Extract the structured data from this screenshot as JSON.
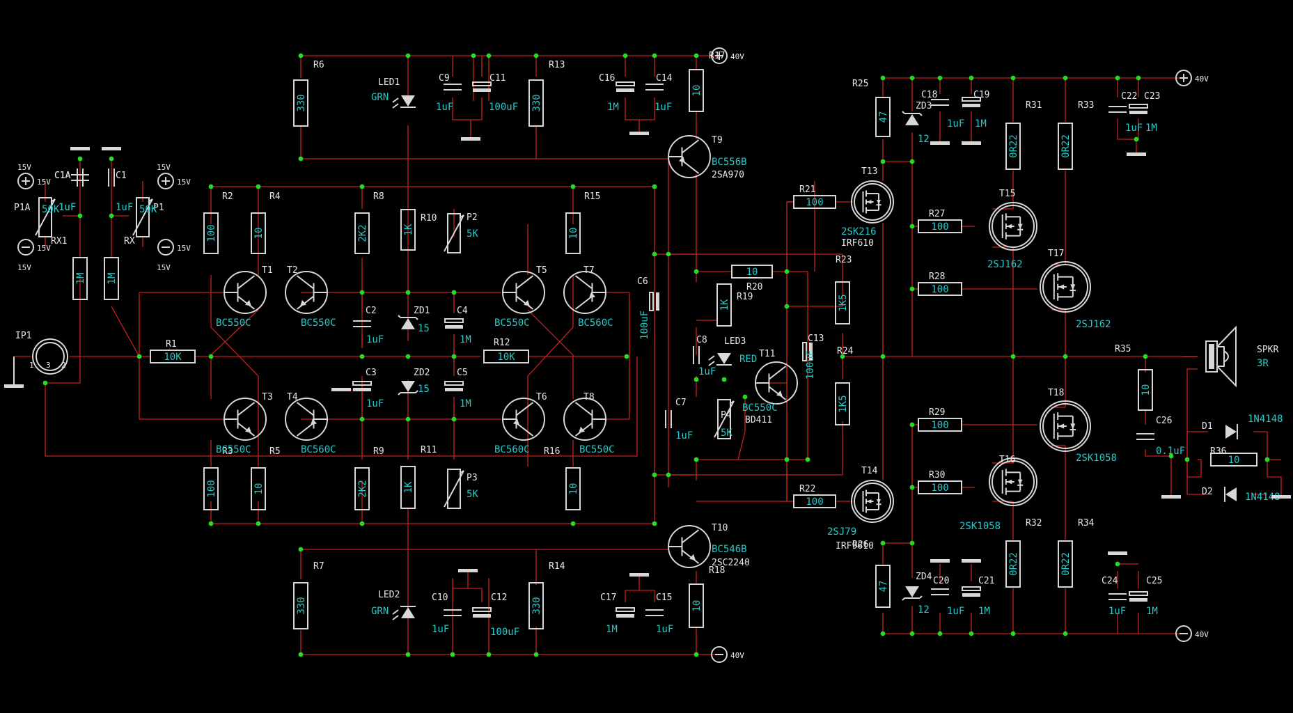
{
  "resistors": [
    {
      "ref": "R6",
      "value": "330"
    },
    {
      "ref": "R13",
      "value": "330"
    },
    {
      "ref": "R17",
      "value": "10"
    },
    {
      "ref": "R2",
      "value": "100"
    },
    {
      "ref": "R4",
      "value": "10"
    },
    {
      "ref": "R8",
      "value": "2K2"
    },
    {
      "ref": "R10",
      "value": "1K"
    },
    {
      "ref": "R15",
      "value": "10"
    },
    {
      "ref": "R1",
      "value": "10K"
    },
    {
      "ref": "R12",
      "value": "10K"
    },
    {
      "ref": "R3",
      "value": "100"
    },
    {
      "ref": "R5",
      "value": "10"
    },
    {
      "ref": "R9",
      "value": "2K2"
    },
    {
      "ref": "R11",
      "value": "1K"
    },
    {
      "ref": "R16",
      "value": "10"
    },
    {
      "ref": "R7",
      "value": "330"
    },
    {
      "ref": "R14",
      "value": "330"
    },
    {
      "ref": "R18",
      "value": "10"
    },
    {
      "ref": "RX1",
      "value": "1M"
    },
    {
      "ref": "RX",
      "value": "1M"
    },
    {
      "ref": "R20",
      "value": "10"
    },
    {
      "ref": "R19",
      "value": "1K"
    },
    {
      "ref": "R23",
      "value": "1K5"
    },
    {
      "ref": "R24",
      "value": "1K5"
    },
    {
      "ref": "R21",
      "value": "100"
    },
    {
      "ref": "R22",
      "value": "100"
    },
    {
      "ref": "R25",
      "value": "47"
    },
    {
      "ref": "R26",
      "value": "47"
    },
    {
      "ref": "R27",
      "value": "100"
    },
    {
      "ref": "R28",
      "value": "100"
    },
    {
      "ref": "R29",
      "value": "100"
    },
    {
      "ref": "R30",
      "value": "100"
    },
    {
      "ref": "R31",
      "value": "0R22"
    },
    {
      "ref": "R33",
      "value": "0R22"
    },
    {
      "ref": "R32",
      "value": "0R22"
    },
    {
      "ref": "R34",
      "value": "0R22"
    },
    {
      "ref": "R35",
      "value": "10"
    },
    {
      "ref": "R36",
      "value": "10"
    }
  ],
  "pots": [
    {
      "ref": "P1A",
      "value": "50K"
    },
    {
      "ref": "P1",
      "value": "50K"
    },
    {
      "ref": "P2",
      "value": "5K"
    },
    {
      "ref": "P3",
      "value": "5K"
    },
    {
      "ref": "P4",
      "value": "5K"
    }
  ],
  "capacitors": [
    {
      "ref": "C1A",
      "value": "1uF"
    },
    {
      "ref": "C1",
      "value": "1uF"
    },
    {
      "ref": "C9",
      "value": "1uF"
    },
    {
      "ref": "C11",
      "value": "100uF"
    },
    {
      "ref": "C16",
      "value": "1M"
    },
    {
      "ref": "C14",
      "value": "1uF"
    },
    {
      "ref": "C2",
      "value": "1uF"
    },
    {
      "ref": "C3",
      "value": "1uF"
    },
    {
      "ref": "C4",
      "value": "1M"
    },
    {
      "ref": "C5",
      "value": "1M"
    },
    {
      "ref": "C6",
      "value": "100uF"
    },
    {
      "ref": "C7",
      "value": "1uF"
    },
    {
      "ref": "C8",
      "value": "1uF"
    },
    {
      "ref": "C13",
      "value": "100uF"
    },
    {
      "ref": "C10",
      "value": "1uF"
    },
    {
      "ref": "C12",
      "value": "100uF"
    },
    {
      "ref": "C17",
      "value": "1M"
    },
    {
      "ref": "C15",
      "value": "1uF"
    },
    {
      "ref": "C18",
      "value": "1uF"
    },
    {
      "ref": "C19",
      "value": "1M"
    },
    {
      "ref": "C22",
      "value": "1uF"
    },
    {
      "ref": "C23",
      "value": "1M"
    },
    {
      "ref": "C20",
      "value": "1uF"
    },
    {
      "ref": "C21",
      "value": "1M"
    },
    {
      "ref": "C24",
      "value": "1uF"
    },
    {
      "ref": "C25",
      "value": "1M"
    },
    {
      "ref": "C26",
      "value": "0.1uF"
    }
  ],
  "transistors": [
    {
      "ref": "T1",
      "type": "BC550C"
    },
    {
      "ref": "T2",
      "type": "BC550C"
    },
    {
      "ref": "T3",
      "type": "BC550C"
    },
    {
      "ref": "T4",
      "type": "BC560C"
    },
    {
      "ref": "T5",
      "type": "BC550C"
    },
    {
      "ref": "T7",
      "type": "BC560C"
    },
    {
      "ref": "T6",
      "type": "BC560C"
    },
    {
      "ref": "T8",
      "type": "BC550C"
    },
    {
      "ref": "T9",
      "type": "BC556B",
      "alt": "2SA970"
    },
    {
      "ref": "T10",
      "type": "BC546B",
      "alt": "2SC2240"
    },
    {
      "ref": "T11",
      "type": "BC550C",
      "alt": "BD411"
    }
  ],
  "mosfets": [
    {
      "ref": "T13",
      "type": "2SK216",
      "alt": "IRF610"
    },
    {
      "ref": "T14",
      "type": "2SJ79",
      "alt": "IRF9610"
    },
    {
      "ref": "T15",
      "type": "2SJ162"
    },
    {
      "ref": "T17",
      "type": "2SJ162"
    },
    {
      "ref": "T18",
      "type": "2SK1058"
    },
    {
      "ref": "T16",
      "type": "2SK1058"
    }
  ],
  "diodes": [
    {
      "ref": "LED1",
      "value": "GRN"
    },
    {
      "ref": "LED2",
      "value": "GRN"
    },
    {
      "ref": "LED3",
      "value": "RED"
    },
    {
      "ref": "ZD1",
      "value": "15"
    },
    {
      "ref": "ZD2",
      "value": "15"
    },
    {
      "ref": "ZD3",
      "value": "12"
    },
    {
      "ref": "ZD4",
      "value": "12"
    },
    {
      "ref": "D1",
      "value": "1N4148"
    },
    {
      "ref": "D2",
      "value": "1N4148"
    }
  ],
  "connectors": {
    "input": "IP1",
    "input_pins": [
      "1",
      "3",
      "2"
    ],
    "speaker": "SPKR",
    "speaker_value": "3R"
  },
  "supplies": {
    "pos_main": "40V",
    "neg_main": "40V",
    "pos_out": "40V",
    "neg_out": "40V",
    "pos_in": "15V",
    "neg_in": "15V"
  },
  "colors": {
    "background": "#000000",
    "wire": "#c81e1e",
    "symbol": "#d7d7d7",
    "junction": "#22dd22",
    "label": "#28c8c8"
  }
}
